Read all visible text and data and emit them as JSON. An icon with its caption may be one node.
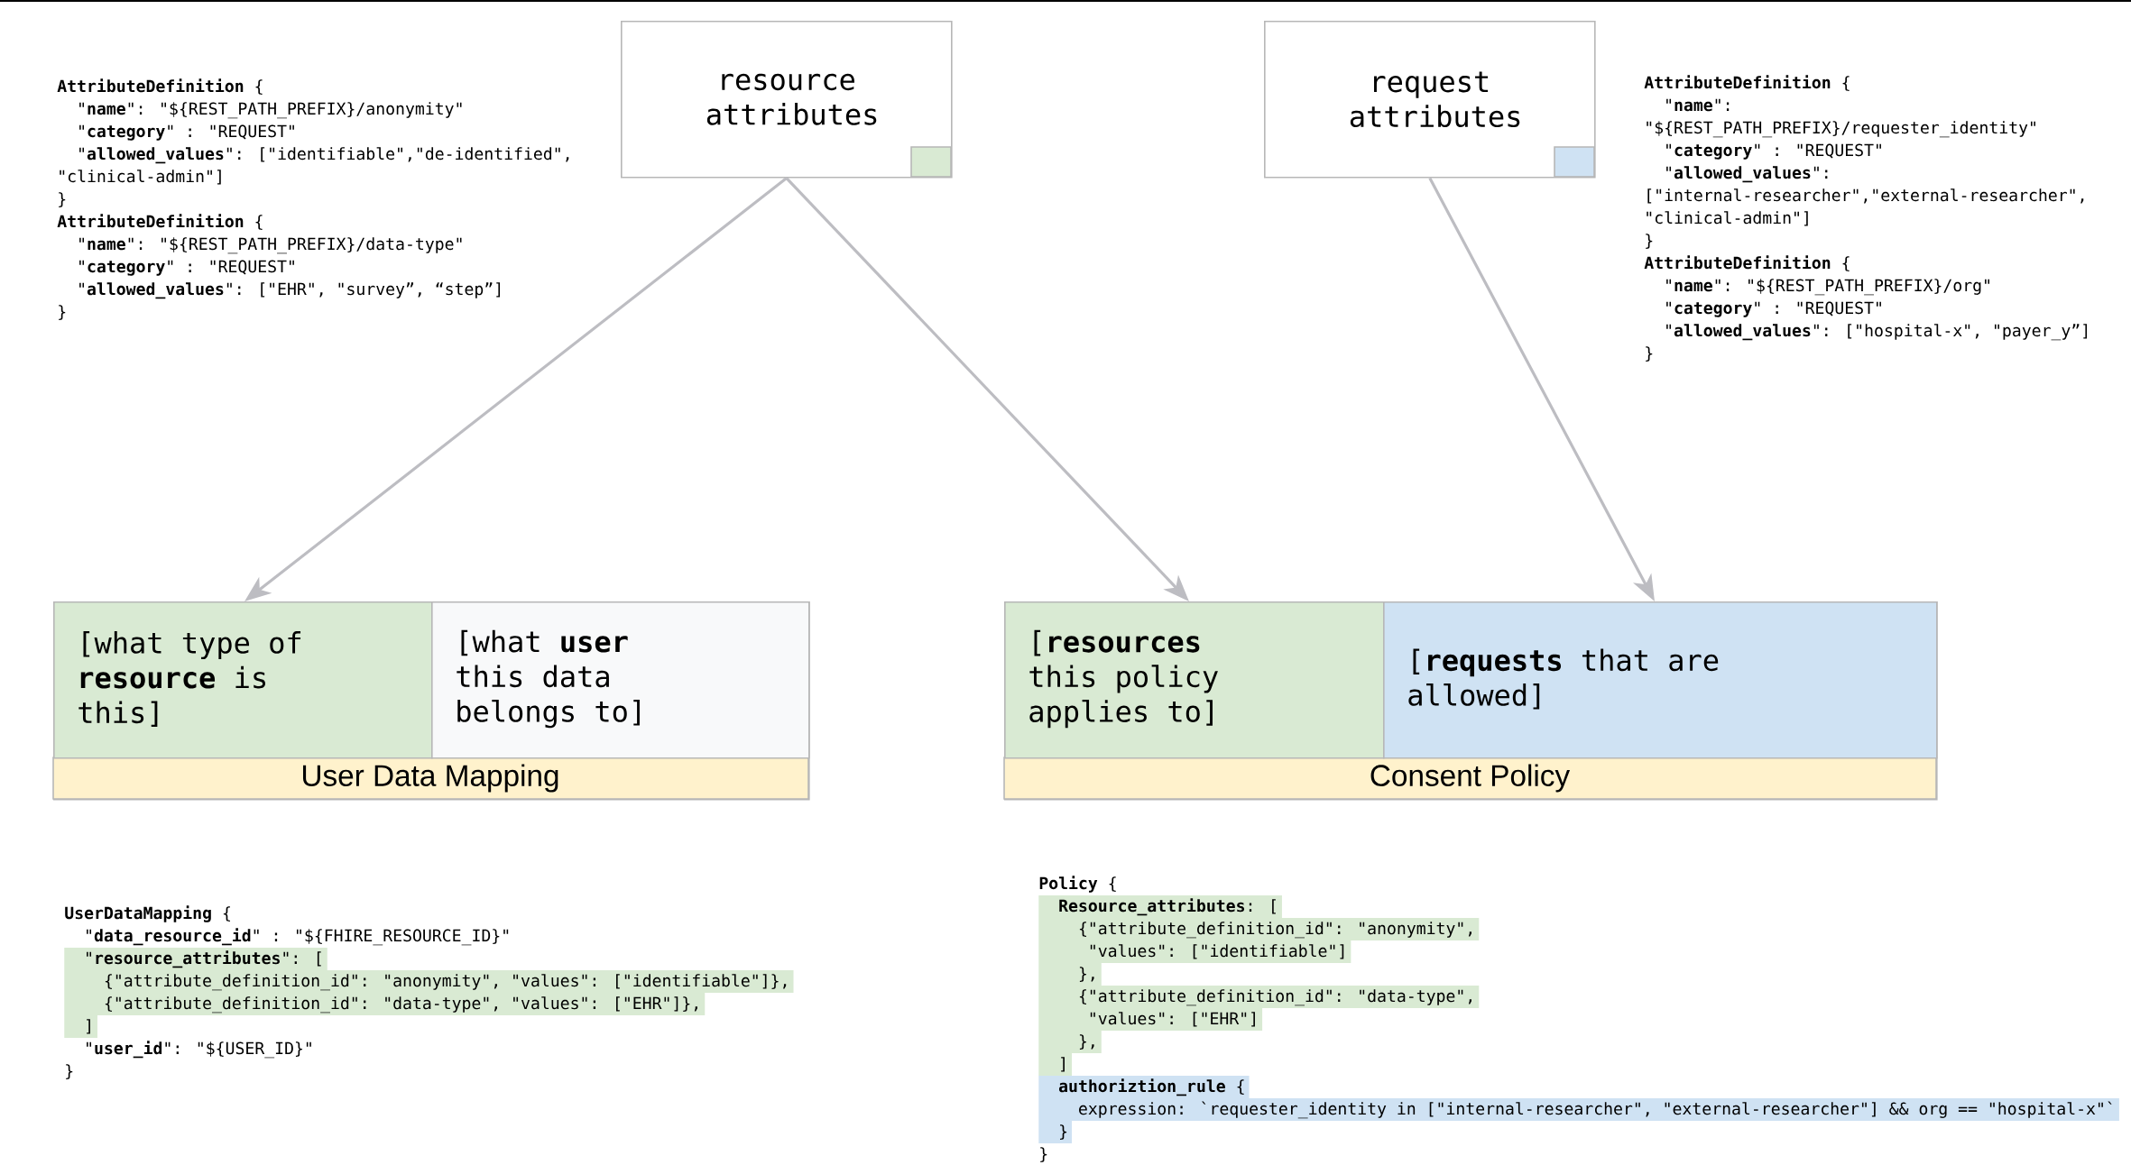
{
  "diagram": {
    "nodes": [
      {
        "text": [
          "resource attributes"
        ]
      },
      {
        "text": [
          "request attributes"
        ]
      },
      {
        "text": [
          "User Data Mapping"
        ]
      },
      {
        "text": [
          "[what type of **resource** is this]"
        ],
        "in": 2
      },
      {
        "text": [
          "[what **user** this data belongs to]"
        ],
        "in": 2
      },
      {
        "text": [
          "Consent Policy"
        ]
      },
      {
        "text": [
          "[**resources** this policy applies to]"
        ],
        "in": 5
      },
      {
        "text": [
          "[**requests** that are allowed]"
        ],
        "in": 5
      }
    ],
    "edges": [
      {
        "from": 0,
        "to": 3,
        "arrow": "to"
      },
      {
        "from": 0,
        "to": 6,
        "arrow": "to"
      },
      {
        "from": 1,
        "to": 7,
        "arrow": "to"
      }
    ],
    "labels": [
      "**AttributeDefinition** {",
      "\"**name**\": \"${REST_PATH_PREFIX}/anonymity\"",
      "\"**category**\" : \"REQUEST\"",
      "\"**allowed_values**\": [\"identifiable\",\"de-identified\",",
      "\"clinical-admin\"]",
      "}",
      "**AttributeDefinition** {",
      "\"**name**\": \"${REST_PATH_PREFIX}/data-type\"",
      "\"**category**\" : \"REQUEST\"",
      "\"**allowed_values**\": [\"EHR\", \"survey”, “step”]",
      "}",
      "**AttributeDefinition** {",
      "\"**name**\":",
      "\"${REST_PATH_PREFIX}/requester_identity\"",
      "\"**category**\" : \"REQUEST\"",
      "\"**allowed_values**\":",
      "[\"internal-researcher\",\"external-researcher\",",
      "\"clinical-admin\"]",
      "}",
      "**AttributeDefinition** {",
      "\"**name**\": \"${REST_PATH_PREFIX}/org\"",
      "\"**category**\" : \"REQUEST\"",
      "\"**allowed_values**\": [\"hospital-x\", \"payer_y”]",
      "}",
      "**UserDataMapping** {",
      "\"**data_resource_id**\" : \"${FHIRE_RESOURCE_ID}\"",
      "\"**resource_attributes**\": [",
      "{\"attribute_definition_id\": \"anonymity\", \"values\": [\"identifiable\"]},",
      "{\"attribute_definition_id\": \"data-type\", \"values\": [\"EHR\"]},",
      "]",
      "\"**user_id**\": \"${USER_ID}\"",
      "}",
      "**Policy** {",
      "**Resource_attributes**: [",
      "{\"attribute_definition_id\": \"anonymity\",",
      "\"values\": [\"identifiable\"]",
      "},",
      "{\"attribute_definition_id\": \"data-type\",",
      "\"values\": [\"EHR\"]",
      "},",
      "]",
      "**authoriztion_rule** {",
      "expression: `requester_identity in [\"internal-researcher\", \"external-researcher\"] && org == \"hospital-x\"`",
      "}",
      "}"
    ]
  }
}
